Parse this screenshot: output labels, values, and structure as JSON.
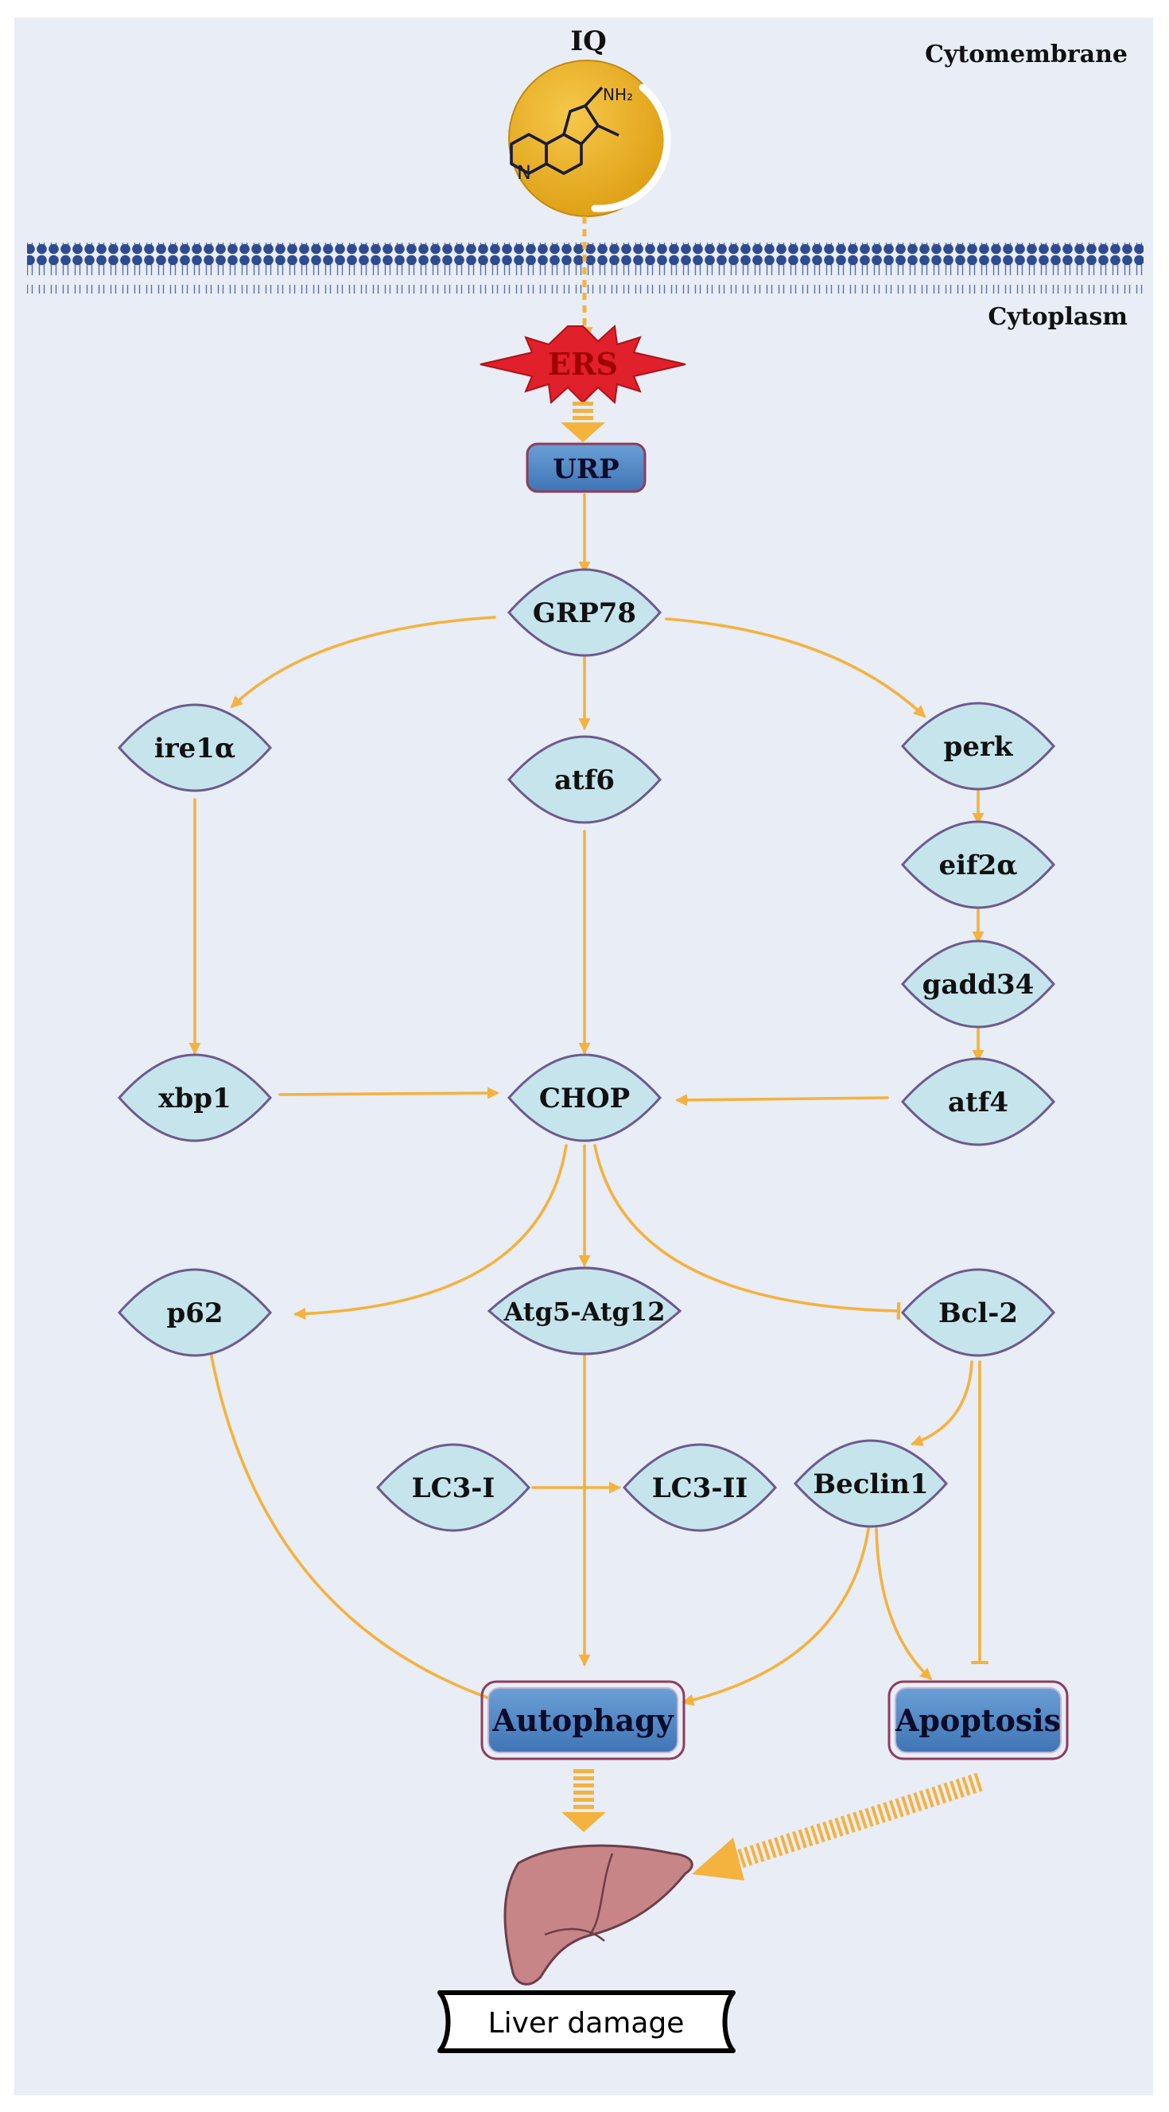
{
  "compartments": {
    "outside": "Cytomembrane",
    "inside": "Cytoplasm"
  },
  "compound": {
    "label": "IQ",
    "ring_nitrogen": "N",
    "substituent": "NH₂"
  },
  "stress": {
    "label": "ERS"
  },
  "nodes": {
    "urp": "URP",
    "grp78": "GRP78",
    "ire1a": "ire1α",
    "atf6": "atf6",
    "perk": "perk",
    "eif2a": "eif2α",
    "gadd34": "gadd34",
    "xbp1": "xbp1",
    "chop": "CHOP",
    "atf4": "atf4",
    "p62": "p62",
    "atg5_atg12": "Atg5-Atg12",
    "bcl2": "Bcl-2",
    "lc3_i": "LC3-I",
    "lc3_ii": "LC3-II",
    "beclin1": "Beclin1",
    "autophagy": "Autophagy",
    "apoptosis": "Apoptosis"
  },
  "outcome": {
    "label": "Liver damage"
  },
  "colors": {
    "background": "#e8edf6",
    "arrow": "#f4b23e",
    "node_fill": "#c6e4ec",
    "node_stroke": "#6d5b8c",
    "box_fill": "#4f88c6",
    "box_stroke": "#8e3d5c",
    "compound_fill": "#e8ad20",
    "ers_fill": "#e0202a",
    "membrane": "#2f4b8f",
    "liver": "#c78588"
  }
}
